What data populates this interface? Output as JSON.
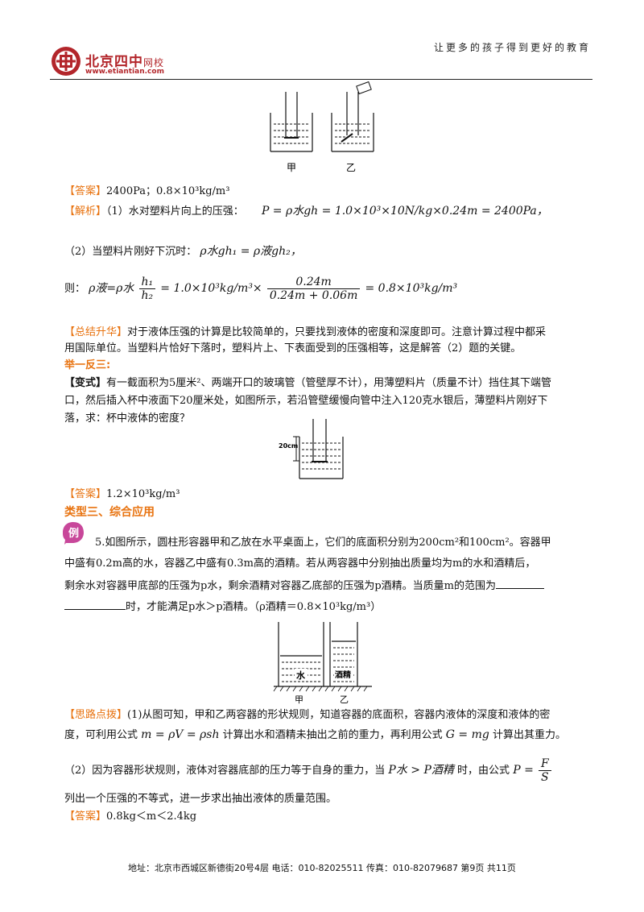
{
  "header": {
    "logo_cn": "北京四中",
    "logo_sub": "网校",
    "logo_url": "www.etiantian.com",
    "slogan": "让更多的孩子得到更好的教育"
  },
  "fig1": {
    "label_a": "甲",
    "label_b": "乙"
  },
  "q1": {
    "answer_tag": "【答案】",
    "answer_text": "2400Pa；0.8×10³kg/m³",
    "analysis_tag": "【解析】",
    "analysis_1": "（1）水对塑料片向上的压强：",
    "analysis_1_formula": "P = ρ水gh = 1.0×10³×10N/kg×0.24m = 2400Pa，",
    "analysis_2": "（2）当塑料片刚好下沉时：",
    "analysis_2_formula": "ρ水gh₁ = ρ液gh₂，",
    "analysis_3": "则：",
    "analysis_3_lhs": "ρ液=ρ水",
    "analysis_3_num1": "h₁",
    "analysis_3_den1": "h₂",
    "analysis_3_mid": "= 1.0×10³kg/m³×",
    "analysis_3_num2": "0.24m",
    "analysis_3_den2": "0.24m + 0.06m",
    "analysis_3_rhs": "= 0.8×10³kg/m³",
    "summary_tag": "【总结升华】",
    "summary_1": "对于液体压强的计算是比较简单的，只要找到液体的密度和深度即可。注意计算过程中都采",
    "summary_2": "用国际单位。当塑料片恰好下落时，塑料片上、下表面受到的压强相等，这是解答（2）题的关键。"
  },
  "variant": {
    "heading": "举一反三:",
    "tag": "【变式】",
    "line_1": "有一截面积为5厘米²、两端开口的玻璃管（管壁厚不计），用薄塑料片（质量不计）挡住其下端管",
    "line_2": "口，然后插入杯中液面下20厘米处，如图所示，若沿管壁缓慢向管中注入120克水银后，薄塑料片刚好下",
    "line_3": "落，求：杯中液体的密度？",
    "fig_label": "20cm",
    "answer_tag": "【答案】",
    "answer_text": "1.2×10³kg/m³"
  },
  "type3": {
    "heading": "类型三、综合应用",
    "badge": "例",
    "q_1": "5.如图所示，圆柱形容器甲和乙放在水平桌面上，它们的底面积分别为200cm²和100cm²。容器甲",
    "q_2": "中盛有0.2m高的水，容器乙中盛有0.3m高的酒精。若从两容器中分别抽出质量均为m的水和酒精后，",
    "q_3": "剩余水对容器甲底部的压强为p水，剩余酒精对容器乙底部的压强为p酒精。当质量m的范围为",
    "q_4": "时，才能满足p水＞p酒精。（ρ酒精＝0.8×10³kg/m³）",
    "fig_water": "水",
    "fig_alcohol": "酒精",
    "fig_a": "甲",
    "fig_b": "乙",
    "hint_tag": "【思路点拨】",
    "hint_1": "(1)从图可知，甲和乙两容器的形状规则，知道容器的底面积，容器内液体的深度和液体的密",
    "hint_2a": "度，可利用公式",
    "hint_2_formula1": "m = ρV = ρsh",
    "hint_2b": "计算出水和酒精未抽出之前的重力，再利用公式",
    "hint_2_formula2": "G = mg",
    "hint_2c": "计算出其重力。",
    "hint_3a": "（2）因为容器形状规则，液体对容器底部的压力等于自身的重力，当",
    "hint_3_formula": "P水 > P酒精",
    "hint_3b": "时，由公式",
    "hint_3_lhs": "P =",
    "hint_3_num": "F",
    "hint_3_den": "S",
    "hint_4": "列出一个压强的不等式，进一步求出抽出液体的质量范围。",
    "answer_tag": "【答案】",
    "answer_text": "0.8kg＜m＜2.4kg"
  },
  "footer": {
    "text": "地址：北京市西城区新德街20号4层  电话：010-82025511  传真：010-82079687   第9页  共11页"
  }
}
